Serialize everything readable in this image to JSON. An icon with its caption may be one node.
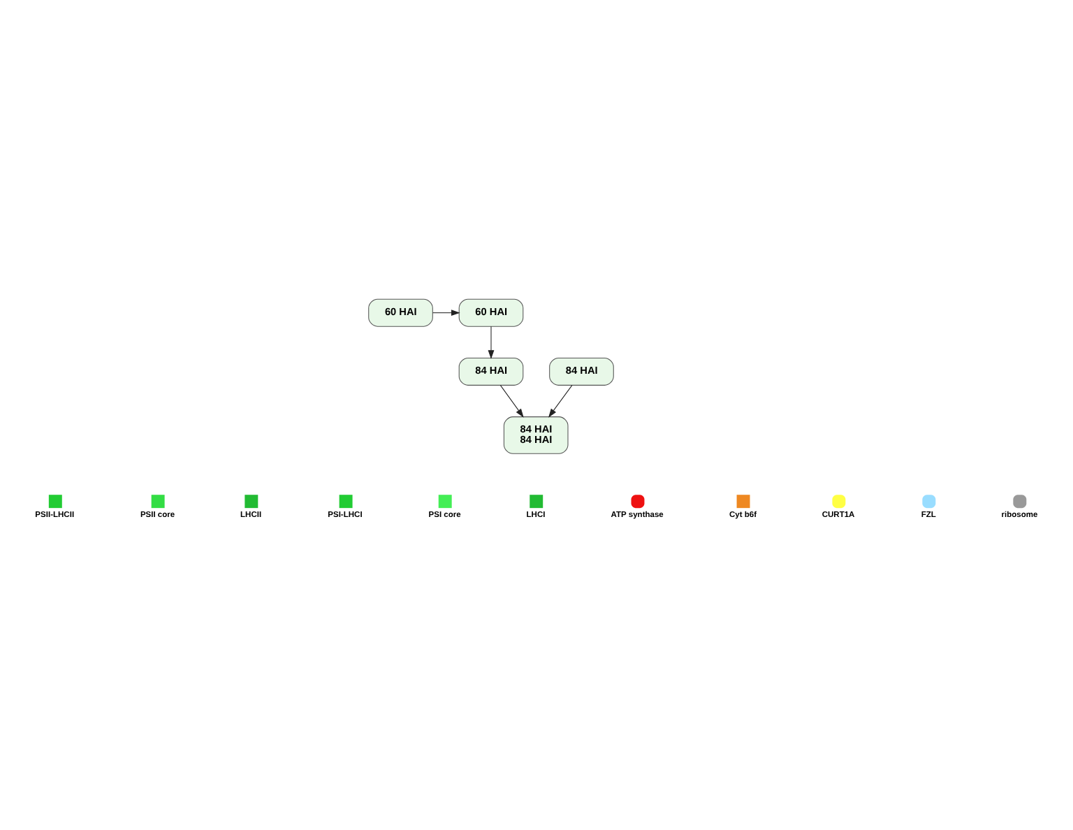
{
  "diagram": {
    "nodes": [
      {
        "text": [
          "60 HAI"
        ]
      },
      {
        "text": [
          "60 HAI"
        ]
      },
      {
        "text": [
          "84 HAI"
        ]
      },
      {
        "text": [
          "84 HAI"
        ]
      },
      {
        "text": [
          "84 HAI",
          "84 HAI"
        ]
      }
    ],
    "edges": [
      {
        "from": 0,
        "to": 1,
        "arrow": "to"
      },
      {
        "from": 1,
        "to": 2,
        "arrow": "to"
      },
      {
        "from": 2,
        "to": 4,
        "arrow": "to"
      },
      {
        "from": 3,
        "to": 4,
        "arrow": "to"
      }
    ],
    "legend": [
      {
        "text": "PSII-LHCII"
      },
      {
        "text": "PSII core"
      },
      {
        "text": "LHCII"
      },
      {
        "text": "PSI-LHCI"
      },
      {
        "text": "PSI core"
      },
      {
        "text": "LHCI"
      },
      {
        "text": "ATP synthase"
      },
      {
        "text": "Cyt b6f"
      },
      {
        "text": "CURT1A"
      },
      {
        "text": "FZL"
      },
      {
        "text": "ribosome"
      }
    ]
  }
}
